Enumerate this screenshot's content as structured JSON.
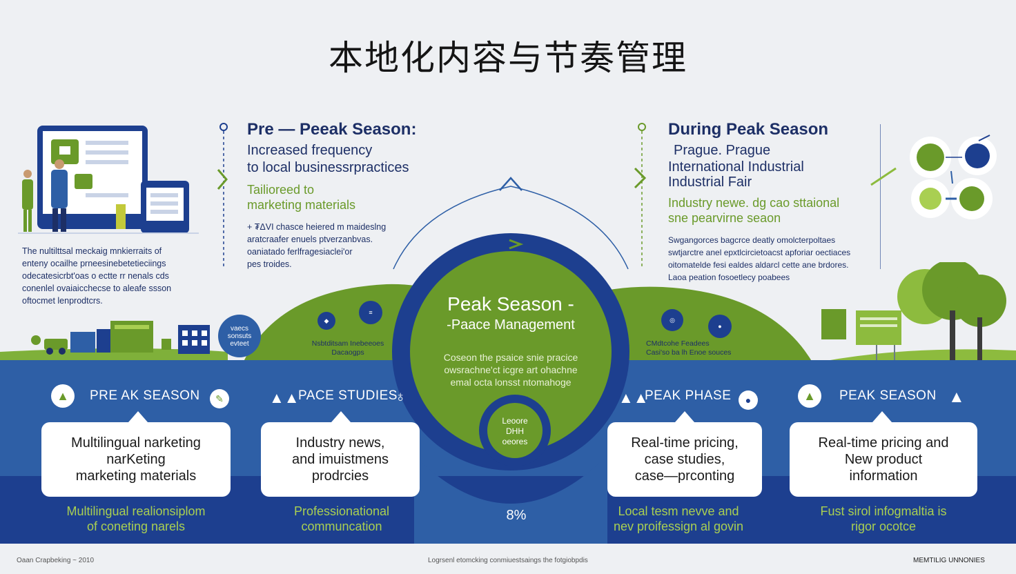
{
  "title": "本地化内容与节奏管理",
  "left_block": {
    "heading": "Pre — Peeak Season:",
    "line1": "Increased frequency",
    "line2": "to  local businessrpractices",
    "green1": "Tailioreed to",
    "green2": "marketing materials",
    "small1": "+ ₮ΔVI chasce heiered m maideslng",
    "small2": "aratcraafer enuels ptverzanbvas.",
    "small3": "oaniatado ferlfragesiaclei'or",
    "small4": "pes troides."
  },
  "far_left": {
    "line1": "The nultilttsal meckaig mnkierraits of",
    "line2": "enteny  ocailhe prneesinebetetieciings",
    "line3": "odecatesicrbt'oas o ectte rr nenals cds",
    "line4": "conenlel ovaiaicchecse to aleafe ssson",
    "line5": "oftocmet lenprodtcrs."
  },
  "right_block": {
    "heading": "During  Peak Season",
    "line1": "Prague. Prague",
    "line2": "International  Industrial",
    "line3": "Industrial Fair",
    "green1": "Industry newe. dg cao sttaional",
    "green2": "sne pearvirne seaon",
    "small1": "Swgangorces bagcrce deatly omolcterpoltaes",
    "small2": "swtjarctre anel epxtlcircietoacst apforiar oectiaces",
    "small3": "oitomatelde fesi ealdes aldarcl cette ane brdores.",
    "small4": "Laoa peation fosoetlecy poabees"
  },
  "center": {
    "title1": "Peak Season -",
    "title2": "-Paace Management",
    "small1": "Coseon  the psaice  snie  pracice",
    "small2": "owsrachne'ct icgre art ohachne",
    "small3": "emal octa lonsst  ntomahoge",
    "inner1": "Leoore",
    "inner2": "DHH",
    "inner3": "oeores",
    "percent": "8%",
    "badge_left": "vaecs\nsonsuts\nevteet",
    "label_left1": "Nsbtditsam  Inebeeoes",
    "label_left2": "Dacaogps",
    "label_right1": "CMdtcohe     Feadees",
    "label_right2": "Casi'so ba lh    Enoe souces"
  },
  "tabs": [
    {
      "label": "PRE AK SEASON",
      "card": [
        "Multilingual narketing",
        "narKeting",
        "marketing materials"
      ],
      "bottom": [
        "Multilingual realionsiplom",
        "of coneting narels"
      ]
    },
    {
      "label": "PACE STUDIES",
      "card": [
        "Industry news,",
        "and imuistmens",
        "prodrcies"
      ],
      "bottom": [
        "Professionational",
        "communcation"
      ]
    },
    {
      "label": "PEAK PHASE",
      "card": [
        "Real-time pricing,",
        "case studies,",
        "case—prconting"
      ],
      "bottom": [
        "Local  tesm nevve and",
        "nev proifessign al govin"
      ]
    },
    {
      "label": "PEAK SEASON",
      "card": [
        "Real-time pricing and",
        "New product",
        "information"
      ],
      "bottom": [
        "Fust sirol infogmaltia is",
        "rigor ocotce"
      ]
    }
  ],
  "right_icons": [
    "ocia nioom",
    "ool"
  ],
  "footer": {
    "left": "Oaan Crapbeking  ~  2010",
    "center": "Logrsenl etomcking  conmiuestsaings the fotgiobpdis",
    "right": "MEMTILIG UNNONIES"
  },
  "colors": {
    "navy": "#1d2f66",
    "green": "#6a9a2a",
    "lime": "#8dbb3e",
    "band_blue": "#2e5fa6",
    "band_dark": "#1d3f8f"
  }
}
